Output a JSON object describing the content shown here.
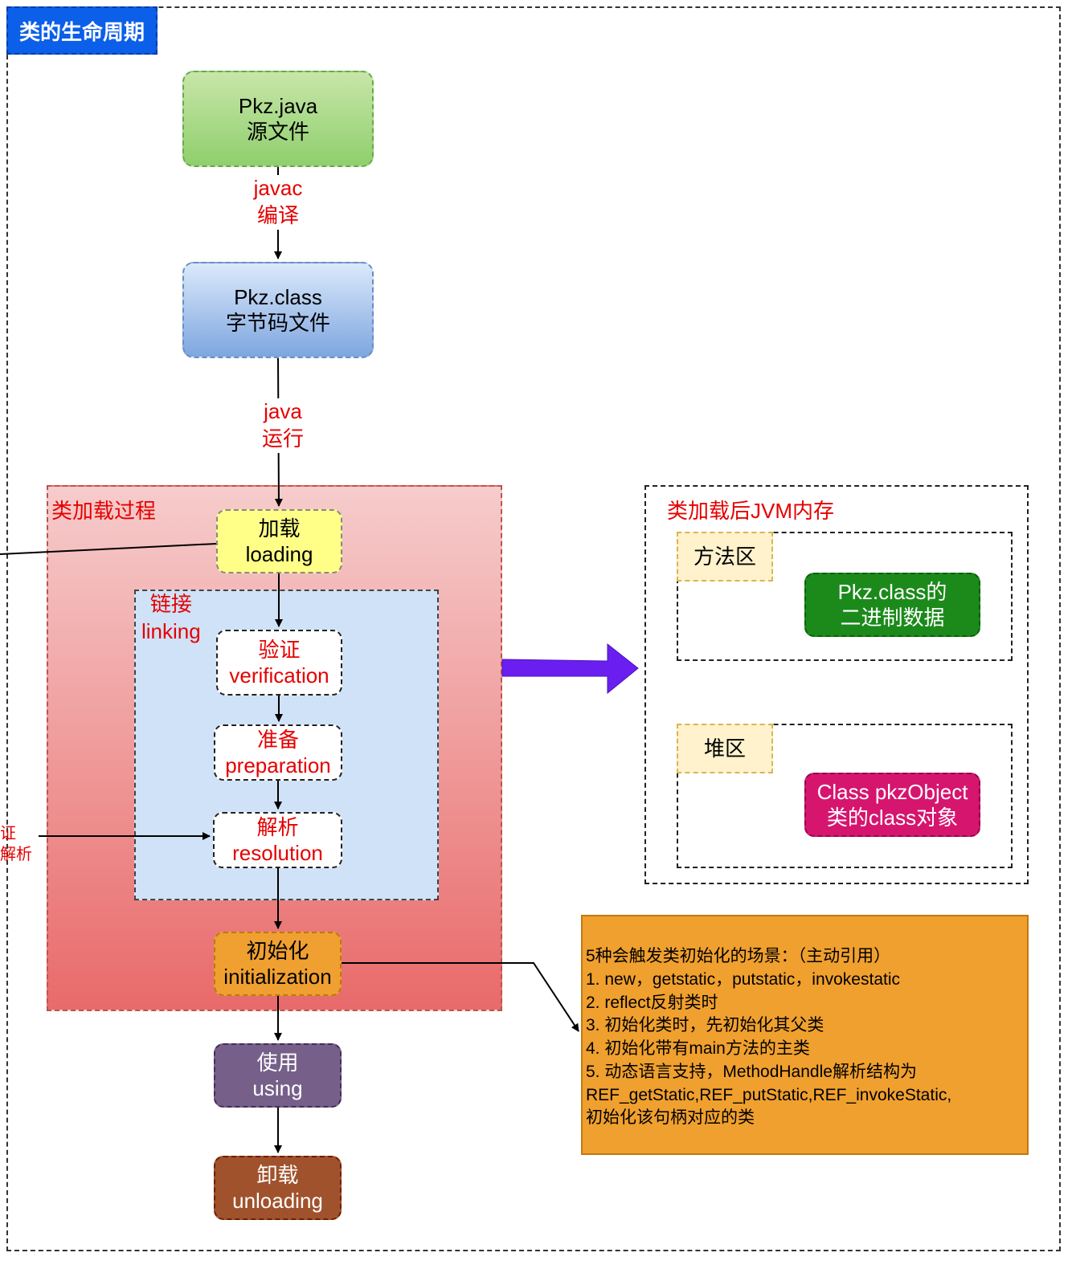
{
  "title": "类的生命周期",
  "nodes": {
    "source": {
      "line1": "Pkz.java",
      "line2": "源文件"
    },
    "bytecode": {
      "line1": "Pkz.class",
      "line2": "字节码文件"
    },
    "loading": {
      "line1": "加载",
      "line2": "loading"
    },
    "verification": {
      "line1": "验证",
      "line2": "verification"
    },
    "preparation": {
      "line1": "准备",
      "line2": "preparation"
    },
    "resolution": {
      "line1": "解析",
      "line2": "resolution"
    },
    "initialization": {
      "line1": "初始化",
      "line2": "initialization"
    },
    "using": {
      "line1": "使用",
      "line2": "using"
    },
    "unloading": {
      "line1": "卸载",
      "line2": "unloading"
    }
  },
  "edges": {
    "compile": {
      "line1": "javac",
      "line2": "编译"
    },
    "run": {
      "line1": "java",
      "line2": "运行"
    }
  },
  "groups": {
    "class_loading": "类加载过程",
    "linking": {
      "line1": "链接",
      "line2": "linking"
    },
    "jvm_memory": "类加载后JVM内存",
    "method_area": "方法区",
    "heap": "堆区"
  },
  "memory_items": {
    "binary_data": {
      "line1": "Pkz.class的",
      "line2": "二进制数据"
    },
    "class_object": {
      "line1": "Class pkzObject",
      "line2": "类的class对象"
    }
  },
  "scenarios": [
    "5种会触发类初始化的场景：（主动引用）",
    "1. new，getstatic，putstatic，invokestatic",
    "2. reflect反射类时",
    "3. 初始化类时，先初始化其父类",
    "4. 初始化带有main方法的主类",
    "5. 动态语言支持，MethodHandle解析结构为",
    "REF_getStatic,REF_putStatic,REF_invokeStatic,",
    "初始化该句柄对应的类"
  ],
  "cut_off_label": {
    "line1": "证",
    "line2": "解析"
  },
  "colors": {
    "title_badge": "#0b5fe8",
    "label_red": "#e60000",
    "big_arrow": "#6a1ff0",
    "scenario_box": "#f0a02e"
  }
}
